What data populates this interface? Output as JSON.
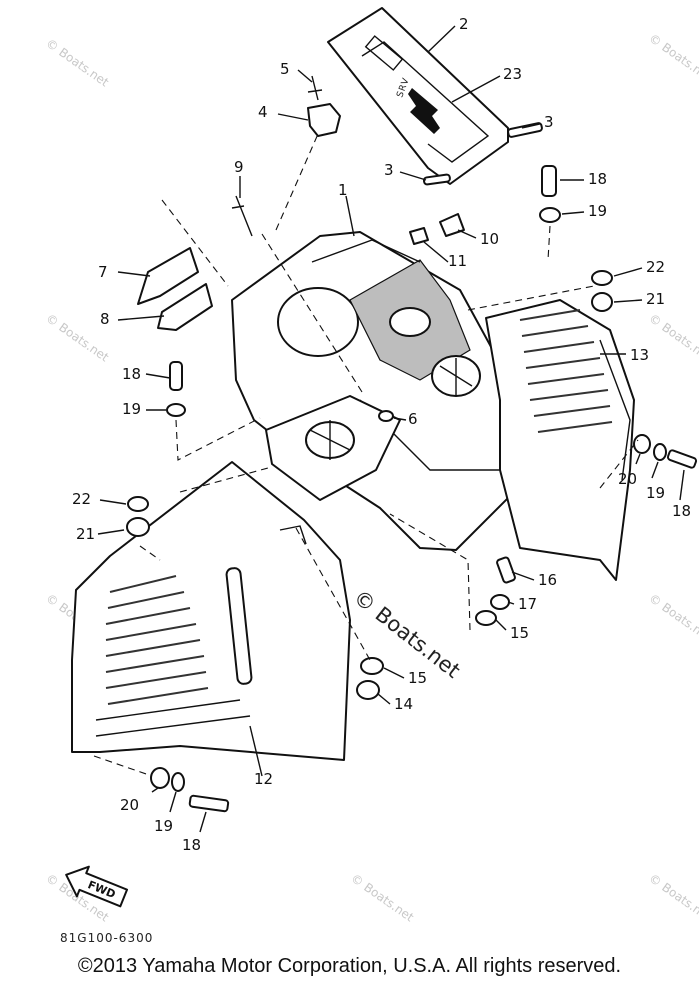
{
  "diagram": {
    "callouts": {
      "c1": "1",
      "c2": "2",
      "c3a": "3",
      "c3b": "3",
      "c4": "4",
      "c5": "5",
      "c6": "6",
      "c7": "7",
      "c8": "8",
      "c9": "9",
      "c10": "10",
      "c11": "11",
      "c12": "12",
      "c13": "13",
      "c14": "14",
      "c15a": "15",
      "c15b": "15",
      "c16": "16",
      "c17": "17",
      "c18a": "18",
      "c18b": "18",
      "c18c": "18",
      "c18d": "18",
      "c19a": "19",
      "c19b": "19",
      "c19c": "19",
      "c19d": "19",
      "c20a": "20",
      "c20b": "20",
      "c21a": "21",
      "c21b": "21",
      "c22a": "22",
      "c22b": "22",
      "c23": "23"
    },
    "watermark_small": "© Boats.net",
    "watermark_large": "© Boats.net",
    "emblem_text": "SRV",
    "fwd_label": "FWD",
    "drawing_code": "81G100-6300"
  },
  "footer": {
    "copyright": "©2013 Yamaha Motor Corporation, U.S.A. All rights reserved."
  }
}
